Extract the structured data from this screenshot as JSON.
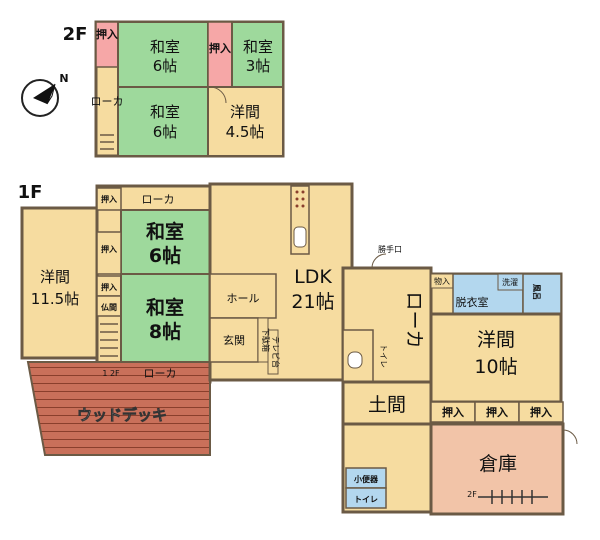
{
  "floors": {
    "second": "2F",
    "first": "1F"
  },
  "compass": {
    "north": "N"
  },
  "colors": {
    "yokan": "#f6dca0",
    "washitsu": "#9ed99c",
    "oshiire": "#f6a7a7",
    "soko": "#f2c4a8",
    "bath": "#b3d7ee",
    "wood_deck": "#c9705a",
    "wall": "#6b5a45"
  },
  "second_floor": {
    "oshiire_a": "押入",
    "washitsu_6a_name": "和室",
    "washitsu_6a_size": "6帖",
    "oshiire_b": "押入",
    "washitsu_3_name": "和室",
    "washitsu_3_size": "3帖",
    "corridor": "ローカ",
    "washitsu_6b_name": "和室",
    "washitsu_6b_size": "6帖",
    "yoshitsu_name": "洋間",
    "yoshitsu_size": "4.5帖"
  },
  "first_floor": {
    "oshiire_top": "押入",
    "corridor_top": "ローカ",
    "washitsu_6_name": "和室",
    "washitsu_6_size": "6帖",
    "oshiire_mid": "押入",
    "yoshitsu_large_name": "洋間",
    "yoshitsu_large_size": "11.5帖",
    "oshiire_low": "押入",
    "butsuma": "仏間",
    "washitsu_8_name": "和室",
    "washitsu_8_size": "8帖",
    "stair_label": "1 2F",
    "corridor_bottom": "ローカ",
    "wood_deck": "ウッドデッキ",
    "ldk_name": "LDK",
    "ldk_size": "21帖",
    "hall": "ホール",
    "genkan": "玄関",
    "getabako": "下駄箱",
    "tv_stand": "テレビ台",
    "kattekuchi": "勝手口",
    "corridor_right": "ローカ",
    "toilet_a": "トイレ",
    "monoire": "物入",
    "sentaku": "洗濯",
    "furo": "風呂",
    "datsuishitsu": "脱衣室",
    "yoshitsu_10_name": "洋間",
    "yoshitsu_10_size": "10帖",
    "doma": "土間",
    "oshiire_1": "押入",
    "oshiire_2": "押入",
    "oshiire_3": "押入",
    "soko": "倉庫",
    "shobenki": "小便器",
    "toilet_b": "トイレ",
    "soko_stair": "2F"
  }
}
